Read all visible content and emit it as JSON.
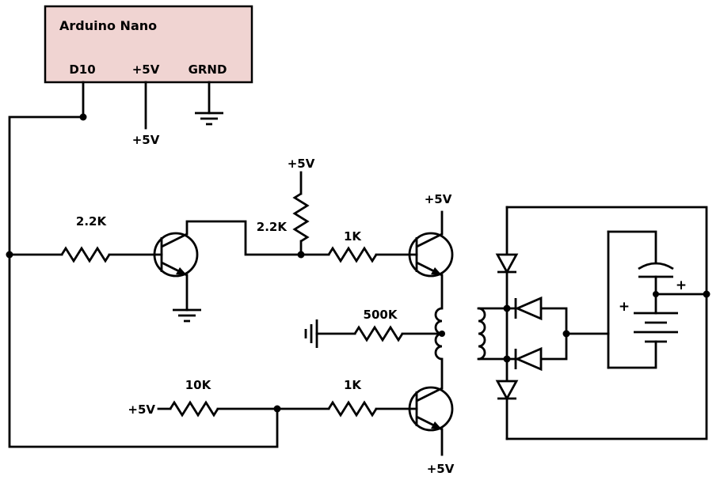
{
  "schematic": {
    "description": "Arduino Nano driving a push-pull transistor pair into a transformer with rectifier diodes, capacitor and battery",
    "wire_color": "#000000",
    "background": "#ffffff"
  },
  "arduino": {
    "title": "Arduino Nano",
    "fill": "#f0d4d2",
    "pins": [
      {
        "label": "D10"
      },
      {
        "label": "+5V"
      },
      {
        "label": "GRND"
      }
    ]
  },
  "labels": {
    "arduino_5v_rail": "+5V",
    "r1_base_left": "2.2K",
    "r2_pullup": "2.2K",
    "r2_supply": "+5V",
    "r3_top_series": "1K",
    "q2_collector_supply": "+5V",
    "r4_center_tap": "500K",
    "r5_bottom": "10K",
    "r5_supply": "+5V",
    "r6_bottom_series": "1K",
    "q3_emitter_supply": "+5V",
    "capacitor_polarity": "+",
    "battery_polarity": "+"
  }
}
